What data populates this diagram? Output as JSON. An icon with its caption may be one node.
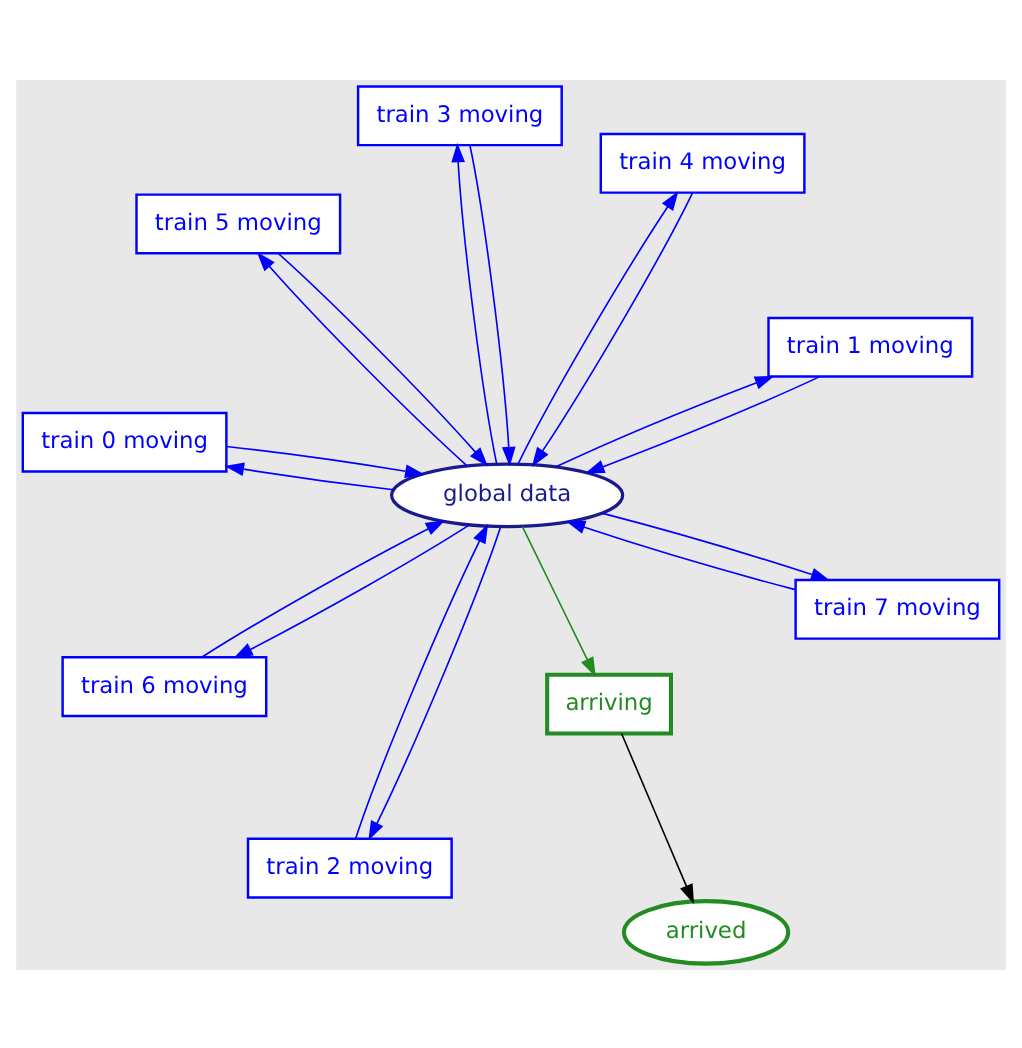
{
  "diagram": {
    "nodes": [
      {
        "text": [
          "train 0 moving"
        ]
      },
      {
        "text": [
          "train 1 moving"
        ]
      },
      {
        "text": [
          "train 2 moving"
        ]
      },
      {
        "text": [
          "train 3 moving"
        ]
      },
      {
        "text": [
          "train 4 moving"
        ]
      },
      {
        "text": [
          "train 5 moving"
        ]
      },
      {
        "text": [
          "train 6 moving"
        ]
      },
      {
        "text": [
          "train 7 moving"
        ]
      },
      {
        "text": [
          "global data"
        ]
      },
      {
        "text": [
          "arriving"
        ]
      },
      {
        "text": [
          "arrived"
        ]
      }
    ],
    "edges": [
      {
        "from": 0,
        "to": 8,
        "arrow": "to"
      },
      {
        "from": 8,
        "to": 0,
        "arrow": "to"
      },
      {
        "from": 1,
        "to": 8,
        "arrow": "to"
      },
      {
        "from": 8,
        "to": 1,
        "arrow": "to"
      },
      {
        "from": 2,
        "to": 8,
        "arrow": "to"
      },
      {
        "from": 8,
        "to": 2,
        "arrow": "to"
      },
      {
        "from": 3,
        "to": 8,
        "arrow": "to"
      },
      {
        "from": 8,
        "to": 3,
        "arrow": "to"
      },
      {
        "from": 4,
        "to": 8,
        "arrow": "to"
      },
      {
        "from": 8,
        "to": 4,
        "arrow": "to"
      },
      {
        "from": 5,
        "to": 8,
        "arrow": "to"
      },
      {
        "from": 8,
        "to": 5,
        "arrow": "to"
      },
      {
        "from": 6,
        "to": 8,
        "arrow": "to"
      },
      {
        "from": 8,
        "to": 6,
        "arrow": "to"
      },
      {
        "from": 7,
        "to": 8,
        "arrow": "to"
      },
      {
        "from": 8,
        "to": 7,
        "arrow": "to"
      },
      {
        "from": 8,
        "to": 9,
        "arrow": "to",
        "color": "#228b22"
      },
      {
        "from": 9,
        "to": 10,
        "arrow": "to",
        "color": "#000000"
      }
    ]
  }
}
